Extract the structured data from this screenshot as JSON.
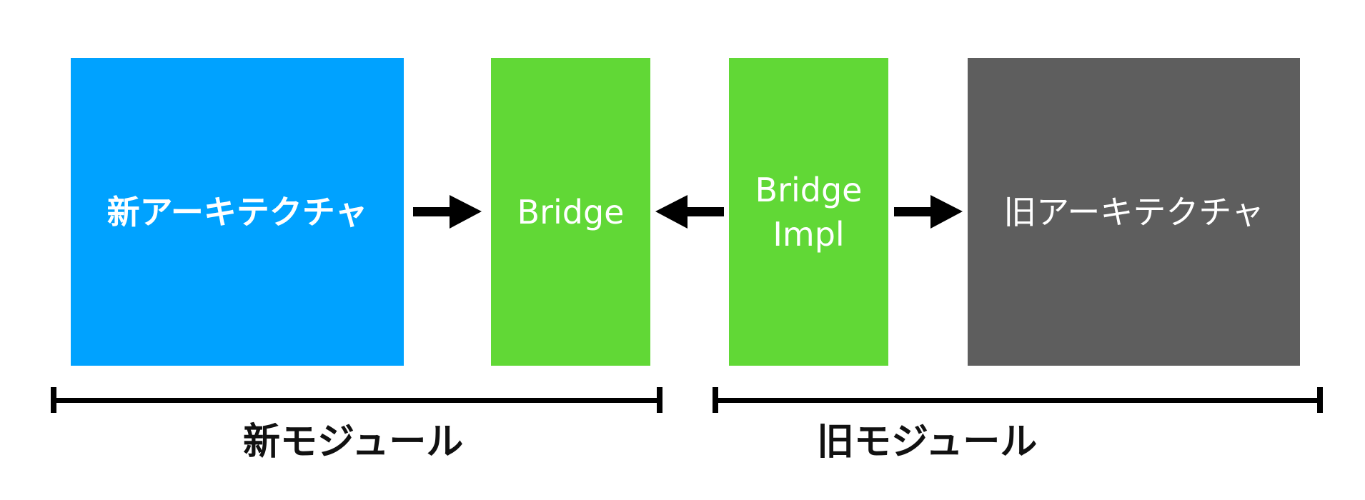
{
  "boxes": {
    "new_architecture": {
      "label": "新アーキテクチャ",
      "color": "#00A2FF"
    },
    "bridge": {
      "label": "Bridge",
      "color": "#61D836"
    },
    "bridge_impl": {
      "line1": "Bridge",
      "line2": "Impl",
      "color": "#61D836"
    },
    "old_architecture": {
      "label": "旧アーキテクチャ",
      "color": "#5E5E5E"
    }
  },
  "modules": {
    "new_module": {
      "label": "新モジュール"
    },
    "old_module": {
      "label": "旧モジュール"
    }
  },
  "arrows": [
    {
      "from": "new_architecture",
      "to": "bridge"
    },
    {
      "from": "bridge_impl",
      "to": "bridge"
    },
    {
      "from": "bridge_impl",
      "to": "old_architecture"
    }
  ],
  "colors": {
    "arrow": "#000000",
    "bracket": "#000000",
    "text_on_box": "#FFFFFF"
  }
}
